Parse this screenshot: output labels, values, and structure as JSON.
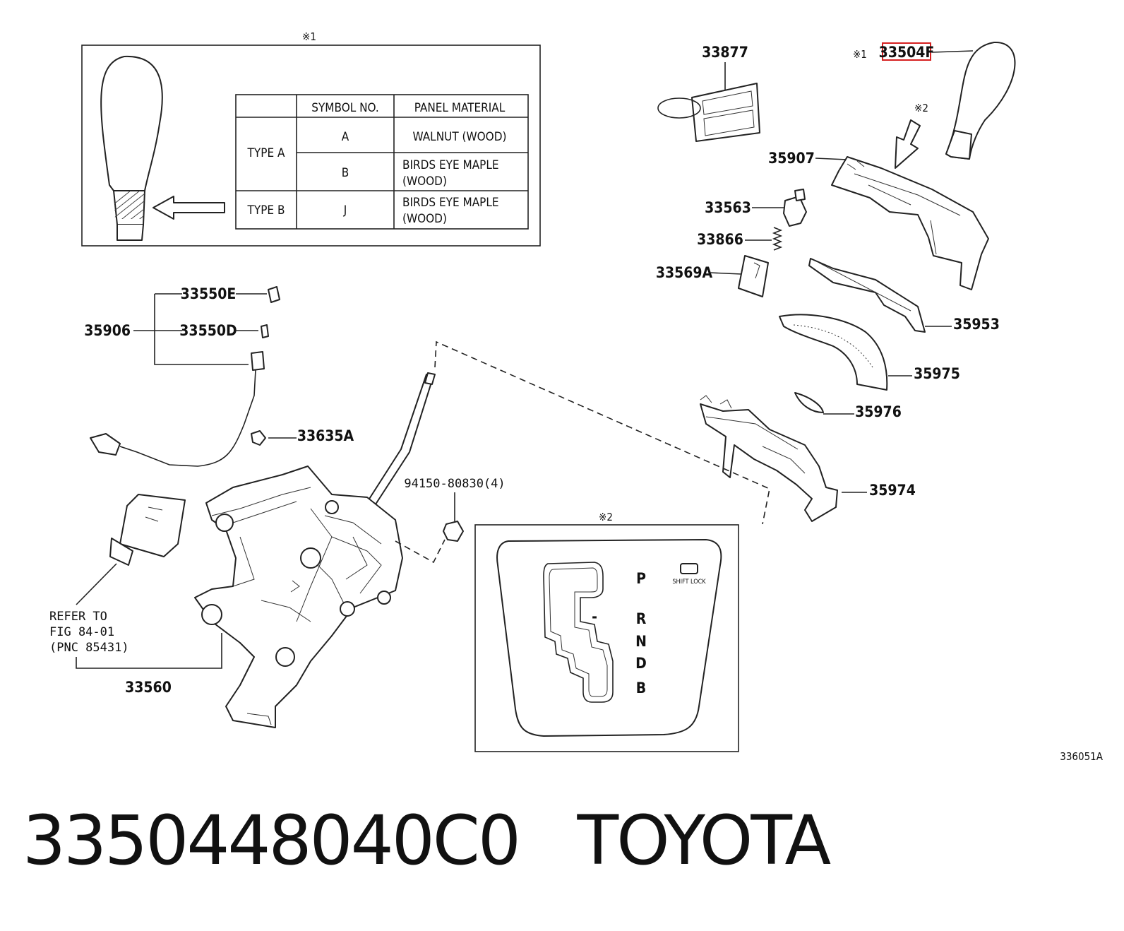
{
  "callouts": {
    "note1": "※1",
    "note2": "※2",
    "ref_code": "336051A"
  },
  "table": {
    "headers": [
      "SYMBOL NO.",
      "PANEL MATERIAL"
    ],
    "rows": [
      {
        "type": "TYPE A",
        "symbol": "A",
        "material": [
          "WALNUT (WOOD)"
        ]
      },
      {
        "type": "",
        "symbol": "B",
        "material": [
          "BIRDS EYE MAPLE",
          "(WOOD)"
        ]
      },
      {
        "type": "TYPE B",
        "symbol": "J",
        "material": [
          "BIRDS EYE MAPLE",
          "(WOOD)"
        ]
      }
    ]
  },
  "parts": {
    "p33877": "33877",
    "p33504f": "33504F",
    "p35907": "35907",
    "p33563": "33563",
    "p33866": "33866",
    "p33569a": "33569A",
    "p35953": "35953",
    "p35975": "35975",
    "p35976": "35976",
    "p35974": "35974",
    "p33550e": "33550E",
    "p33550d": "33550D",
    "p35906": "35906",
    "p33635a": "33635A",
    "p94150": "94150-80830(4)",
    "p33560": "33560"
  },
  "refer": [
    "REFER TO",
    "FIG 84-01",
    "(PNC 85431)"
  ],
  "indicator": {
    "gears": [
      "P",
      "R",
      "N",
      "D",
      "B"
    ],
    "minus": "-",
    "shift_lock": "SHIFT LOCK"
  },
  "footer": {
    "part_number": "3350448040C0",
    "brand": "TOYOTA"
  },
  "highlight_color": "#d62020"
}
